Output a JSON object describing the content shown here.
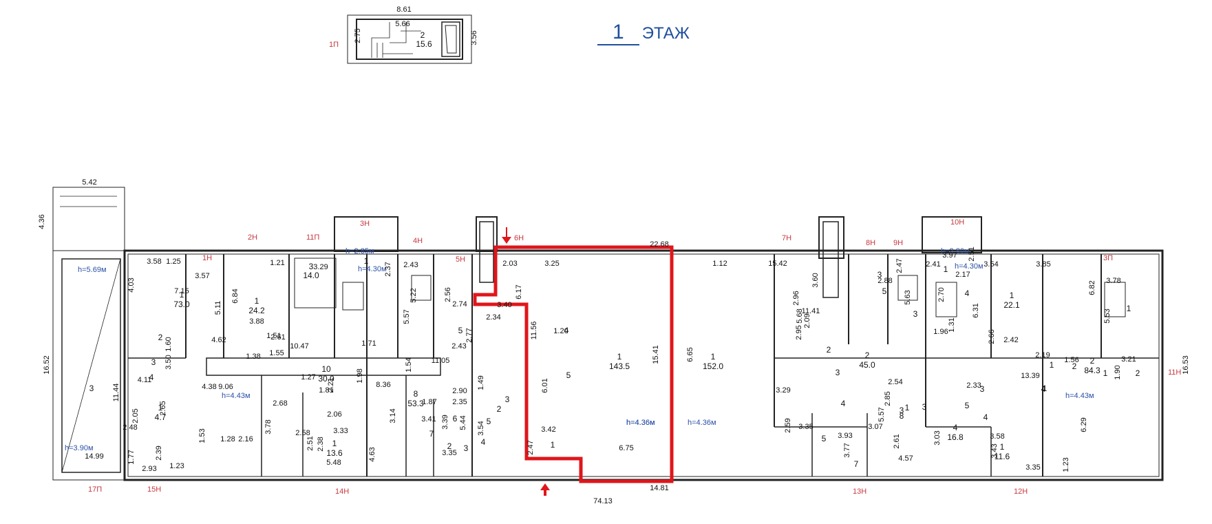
{
  "title": {
    "number": "1",
    "word": "ЭТАЖ"
  },
  "colors": {
    "highlight": "#e0161b",
    "unit_label": "#c8383d",
    "annotation": "#2a4fa8",
    "wall": "#222222"
  },
  "staircase": {
    "label": "1П",
    "width": "8.61",
    "height": "3.56",
    "d1": "5.66",
    "d2": "2.75",
    "room": "2",
    "area": "15.6"
  },
  "overall": {
    "total_width": "74.13",
    "depth_left": "16.52",
    "depth_right": "16.53",
    "width_mid": "22.68",
    "inner_bottom": "14.81"
  },
  "unit_labels": [
    "1Н",
    "2Н",
    "11П",
    "3Н",
    "4Н",
    "5Н",
    "6Н",
    "7Н",
    "8Н",
    "9Н",
    "10Н",
    "3П",
    "11Н",
    "12Н",
    "13Н",
    "14Н",
    "15Н",
    "17П"
  ],
  "heights": [
    "h=5.69м",
    "h=3.90м",
    "h=4.43м",
    "h=2.85м",
    "h=4.30м",
    "h=4.36м",
    "h=4.36м",
    "h=2.80м",
    "h=4.30м",
    "h=4.43м"
  ],
  "highlighted_unit": {
    "label": "6Н",
    "room": "1",
    "area": "143.5",
    "height": "h=4.36м",
    "d1": "15.41",
    "d2": "6.75",
    "d3": "3.25",
    "d4": "2.03",
    "d5": "3.40",
    "d6": "6.17",
    "d7": "11.56",
    "d8": "2.34",
    "d9": "3.42",
    "d10": "2.47",
    "d11": "6.01",
    "d12": "1.20"
  },
  "rooms": [
    {
      "n": "3",
      "a": ""
    },
    {
      "n": "1",
      "a": "73.0"
    },
    {
      "n": "1",
      "a": "24.2"
    },
    {
      "n": "3",
      "a": "14.0"
    },
    {
      "n": "1",
      "a": ""
    },
    {
      "n": "10",
      "a": "30.0"
    },
    {
      "n": "8",
      "a": "53.3"
    },
    {
      "n": "1",
      "a": "152.0"
    },
    {
      "n": "2",
      "a": "45.0"
    },
    {
      "n": "1",
      "a": "22.1"
    },
    {
      "n": "2",
      "a": "84.3"
    },
    {
      "n": "1",
      "a": "11.6"
    },
    {
      "n": "4",
      "a": "16.8"
    },
    {
      "n": "1",
      "a": "13.6"
    },
    {
      "n": "1",
      "a": "4.7"
    }
  ],
  "dims": [
    "5.42",
    "4.36",
    "3.58",
    "1.25",
    "4.03",
    "7.15",
    "3.57",
    "5.11",
    "6.84",
    "3.88",
    "1.21",
    "3.29",
    "2.37",
    "2.43",
    "5.22",
    "2.56",
    "2.74",
    "5.57",
    "1.71",
    "2.77",
    "2.43",
    "11.05",
    "1.54",
    "1.49",
    "2.90",
    "2.35",
    "1.87",
    "3.41",
    "3.39",
    "5.44",
    "3.54",
    "3.35",
    "8.36",
    "3.14",
    "4.63",
    "1.98",
    "2.21",
    "1.81",
    "2.06",
    "3.33",
    "5.48",
    "2.51",
    "2.38",
    "2.58",
    "2.68",
    "3.78",
    "9.06",
    "4.38",
    "2.16",
    "1.28",
    "1.53",
    "1.23",
    "2.39",
    "2.93",
    "1.77",
    "2.48",
    "2.05",
    "2.65",
    "4.11",
    "3.50",
    "1.60",
    "11.44",
    "14.99",
    "4.62",
    "1.38",
    "1.55",
    "10.47",
    "2.61",
    "1.51",
    "1.27",
    "1.12",
    "6.65",
    "15.42",
    "3.60",
    "2.96",
    "11.41",
    "2.09",
    "2.95",
    "3.29",
    "2.59",
    "3.35",
    "3.93",
    "3.77",
    "3.07",
    "2.61",
    "2.54",
    "2.85",
    "5.57",
    "4.57",
    "3.03",
    "3.58",
    "3.43",
    "3.35",
    "1.23",
    "6.29",
    "3.21",
    "1.90",
    "1.56",
    "2.19",
    "13.39",
    "2.42",
    "2.66",
    "6.31",
    "3.54",
    "3.85",
    "6.82",
    "3.78",
    "5.53",
    "2.41",
    "5.63",
    "2.88",
    "2.47",
    "3.97",
    "2.51",
    "2.17",
    "2.70",
    "1.31",
    "1.96",
    "5.68",
    "2.33"
  ],
  "rooms_small": [
    "2",
    "3",
    "4",
    "5",
    "6",
    "7",
    "2",
    "3",
    "4",
    "5",
    "2",
    "3",
    "4",
    "5",
    "1",
    "2",
    "3",
    "4",
    "5",
    "7",
    "8",
    "3",
    "1",
    "3",
    "4",
    "5",
    "3",
    "4",
    "1",
    "1",
    "2",
    "1",
    "2",
    "3",
    "5",
    "1",
    "4",
    "1",
    "3"
  ]
}
